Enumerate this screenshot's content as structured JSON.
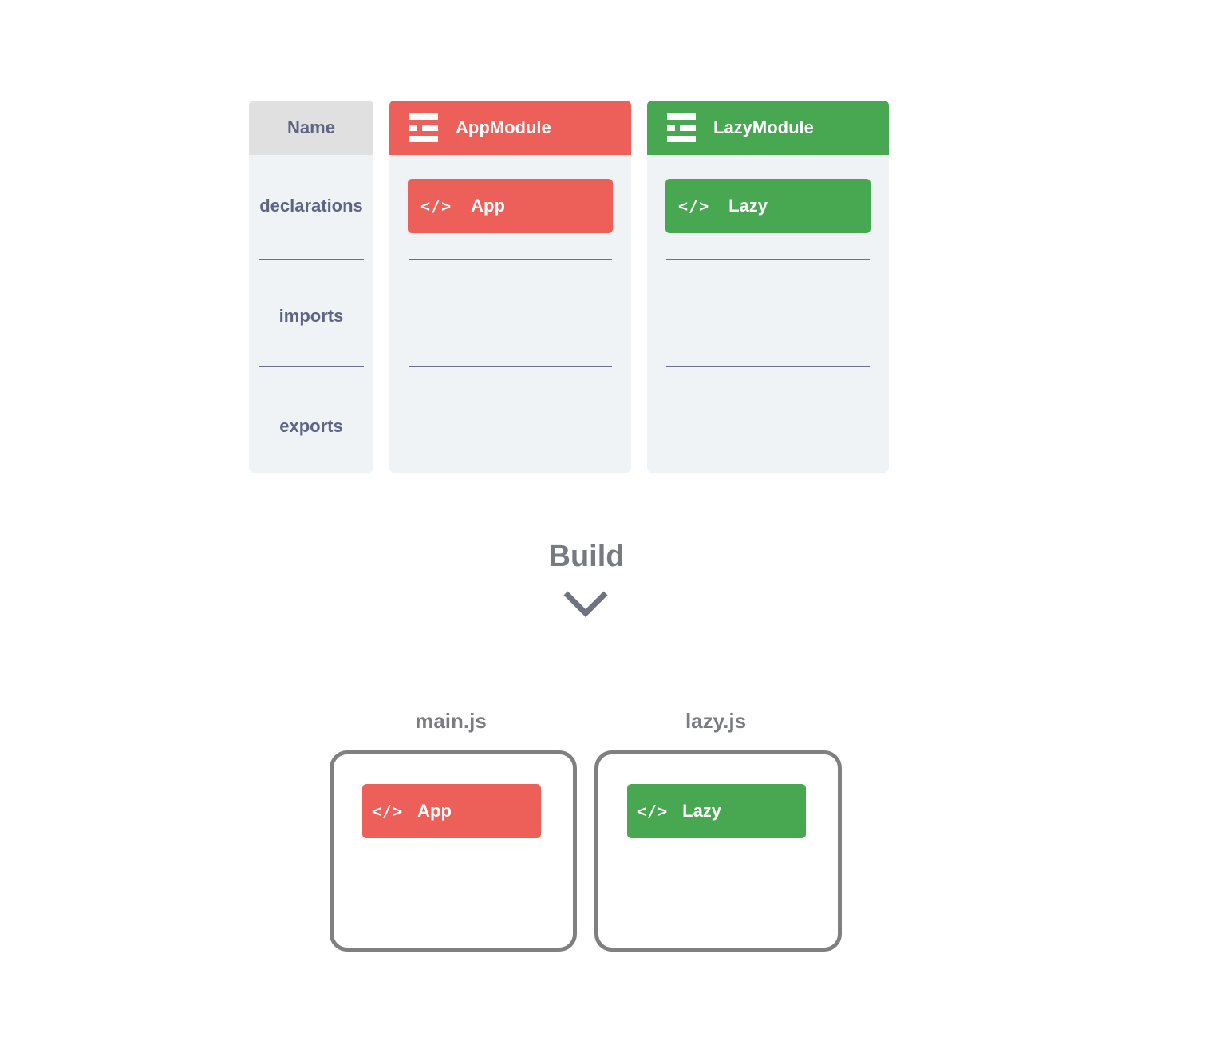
{
  "table": {
    "header_label": "Name",
    "row_labels": {
      "declarations": "declarations",
      "imports": "imports",
      "exports": "exports"
    },
    "modules": [
      {
        "title": "AppModule",
        "icon": "module-icon",
        "color": "#ed5f59",
        "declarations": [
          {
            "label": "App",
            "icon": "code-icon",
            "glyph": "</>"
          }
        ]
      },
      {
        "title": "LazyModule",
        "icon": "module-icon",
        "color": "#48a751",
        "declarations": [
          {
            "label": "Lazy",
            "icon": "code-icon",
            "glyph": "</>"
          }
        ]
      }
    ]
  },
  "build": {
    "label": "Build",
    "arrow_icon": "chevron-down-icon"
  },
  "bundles": [
    {
      "filename": "main.js",
      "component": {
        "label": "App",
        "glyph": "</>",
        "color": "#ed5f59"
      }
    },
    {
      "filename": "lazy.js",
      "component": {
        "label": "Lazy",
        "glyph": "</>",
        "color": "#48a751"
      }
    }
  ]
}
